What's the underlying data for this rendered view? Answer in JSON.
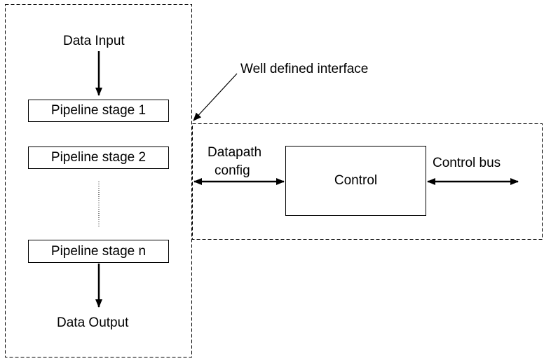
{
  "labels": {
    "data_input": "Data Input",
    "data_output": "Data Output",
    "interface": "Well defined interface",
    "datapath_line1": "Datapath",
    "datapath_line2": "config",
    "control_bus": "Control bus"
  },
  "pipeline": {
    "stage_1": "Pipeline stage 1",
    "stage_2": "Pipeline stage 2",
    "stage_n": "Pipeline stage n"
  },
  "control": {
    "label": "Control"
  }
}
